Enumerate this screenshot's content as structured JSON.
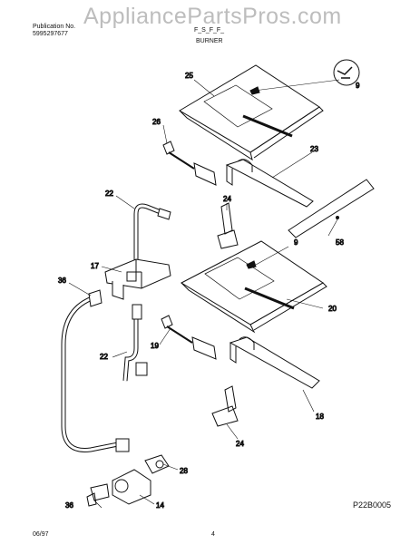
{
  "header": {
    "publication_label": "Publication No.",
    "publication_number": "5995297677",
    "watermark": "AppliancePartsPros.com",
    "model": "F_S_F_F_",
    "section_title": "BURNER"
  },
  "footer": {
    "date": "06/97",
    "page_number": "4",
    "diagram_code": "P22B0005"
  },
  "callouts": {
    "c25": "25",
    "c9a": "9",
    "c26": "26",
    "c23": "23",
    "c22a": "22",
    "c24a": "24",
    "c58": "58",
    "c9b": "9",
    "c17": "17",
    "c36a": "36",
    "c20": "20",
    "c19": "19",
    "c22b": "22",
    "c18": "18",
    "c24b": "24",
    "c28": "28",
    "c36b": "36",
    "c14": "14"
  }
}
